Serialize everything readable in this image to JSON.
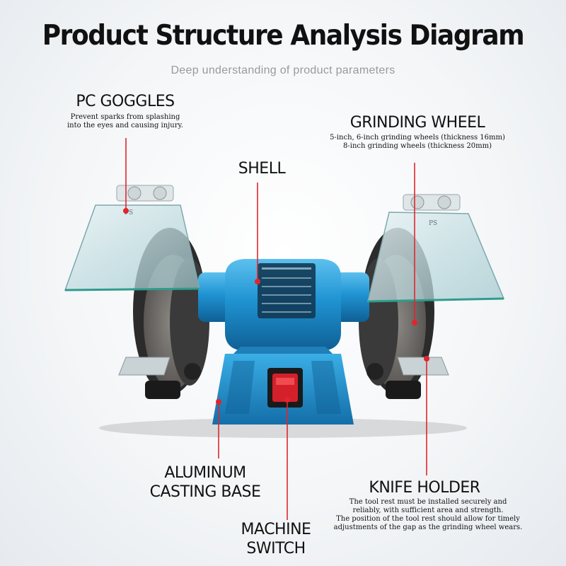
{
  "title": "Product Structure Analysis Diagram",
  "subtitle": "Deep understanding of product parameters",
  "callouts": {
    "goggles": {
      "label": "PC GOGGLES",
      "desc1": "Prevent sparks from splashing",
      "desc2": "into the eyes and causing injury."
    },
    "wheel": {
      "label": "GRINDING WHEEL",
      "desc1": "5-inch, 6-inch grinding wheels (thickness 16mm)",
      "desc2": "8-inch grinding wheels (thickness 20mm)"
    },
    "shell": {
      "label": "SHELL"
    },
    "base": {
      "line1": "ALUMINUM",
      "line2": "CASTING BASE"
    },
    "switch": {
      "line1": "MACHINE",
      "line2": "SWITCH"
    },
    "knife": {
      "label": "KNIFE HOLDER",
      "desc1": "The tool rest must be installed securely and",
      "desc2": "reliably, with sufficient area and strength.",
      "desc3": "The position of the tool rest should allow for timely",
      "desc4": "adjustments of the gap as the grinding wheel wears."
    }
  },
  "shield_mark": "PS",
  "colors": {
    "accent_line": "#e0262c",
    "body_blue": "#1e8fcf",
    "switch_red": "#d4202a"
  }
}
